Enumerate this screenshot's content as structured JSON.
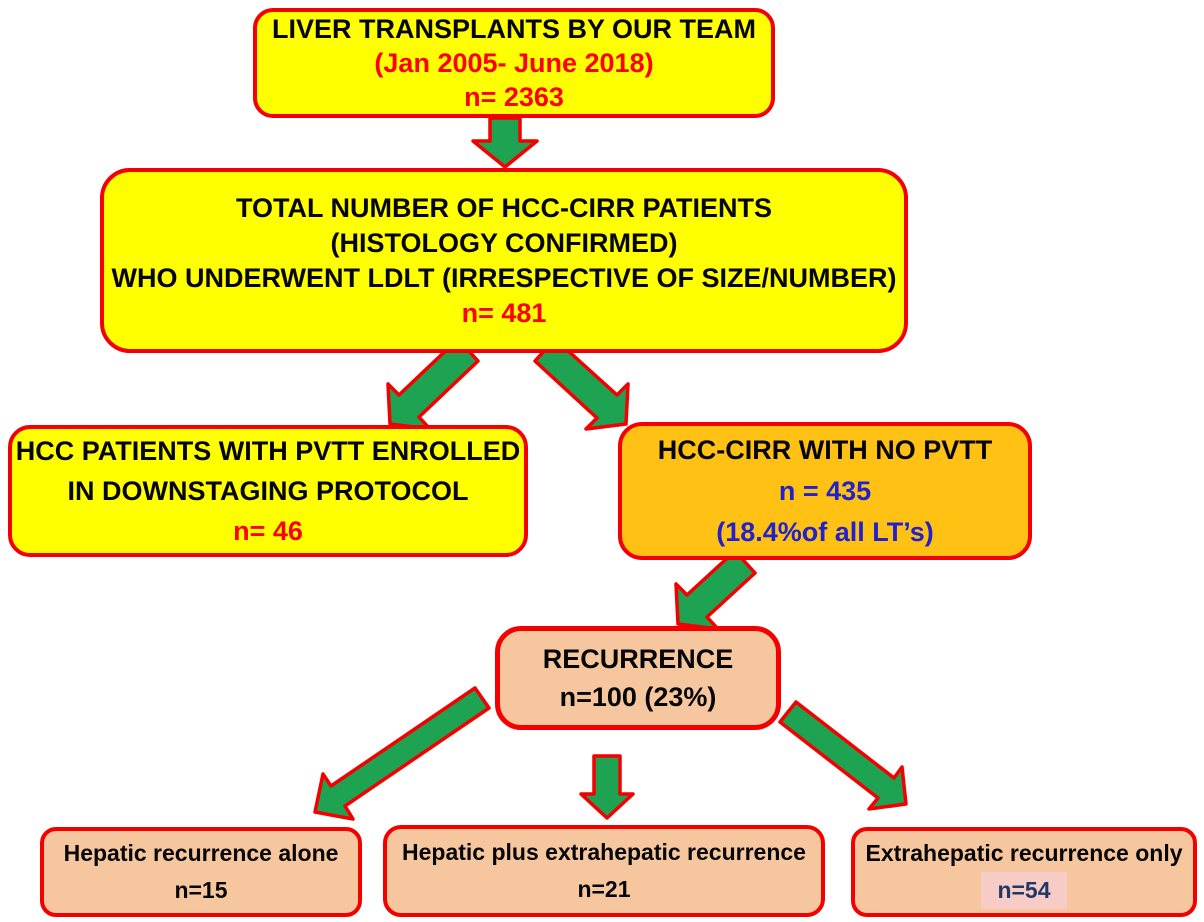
{
  "diagram": {
    "boxes": {
      "liver_transplants": {
        "title": "LIVER TRANSPLANTS BY OUR TEAM",
        "subtitle": "(Jan 2005- June 2018)",
        "count": "n= 2363"
      },
      "hcc_cirr_total": {
        "line1": "TOTAL NUMBER OF HCC-CIRR PATIENTS",
        "line2": "(HISTOLOGY CONFIRMED)",
        "line3": "WHO UNDERWENT LDLT (IRRESPECTIVE OF SIZE/NUMBER)",
        "count": "n= 481"
      },
      "pvtt_downstaging": {
        "line1": "HCC PATIENTS WITH PVTT ENROLLED",
        "line2": "IN DOWNSTAGING PROTOCOL",
        "count": "n= 46"
      },
      "no_pvtt": {
        "title": "HCC-CIRR WITH NO PVTT",
        "count": "n = 435",
        "percent": "(18.4%of all LT’s)"
      },
      "recurrence": {
        "title": "RECURRENCE",
        "count": "n=100 (23%)"
      },
      "hepatic_alone": {
        "title": "Hepatic recurrence alone",
        "count": "n=15"
      },
      "hepatic_plus_extrahepatic": {
        "title": "Hepatic plus extrahepatic recurrence",
        "count": "n=21"
      },
      "extrahepatic_only": {
        "title": "Extrahepatic recurrence only",
        "count": "n=54"
      }
    },
    "colors": {
      "box_yellow": "#FFFF00",
      "box_orange": "#FFC113",
      "box_peach": "#F6C79E",
      "border_red": "#F40000",
      "arrow_green": "#1EA352",
      "text_red": "#FF0000",
      "text_blue": "#2222CC",
      "text_navy": "#1F3864",
      "highlight_pink": "#F8CCC6"
    }
  }
}
